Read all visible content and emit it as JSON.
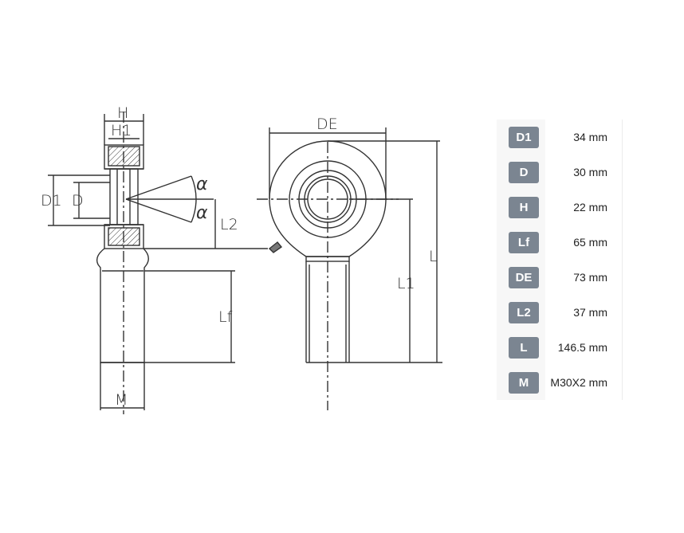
{
  "drawing": {
    "labels": {
      "H": "H",
      "H1": "H1",
      "D1": "D1",
      "D": "D",
      "alpha_top": "α",
      "alpha_bottom": "α",
      "L2": "L2",
      "Lf": "Lf",
      "M": "M",
      "DE": "DE",
      "L1": "L1",
      "L": "L"
    }
  },
  "specs": [
    {
      "key": "D1",
      "value": "34 mm"
    },
    {
      "key": "D",
      "value": "30 mm"
    },
    {
      "key": "H",
      "value": "22 mm"
    },
    {
      "key": "Lf",
      "value": "65 mm"
    },
    {
      "key": "DE",
      "value": "73 mm"
    },
    {
      "key": "L2",
      "value": "37 mm"
    },
    {
      "key": "L",
      "value": "146.5 mm"
    },
    {
      "key": "M",
      "value": "M30X2 mm"
    }
  ],
  "colors": {
    "line": "#333333",
    "badge": "#7b8591"
  }
}
